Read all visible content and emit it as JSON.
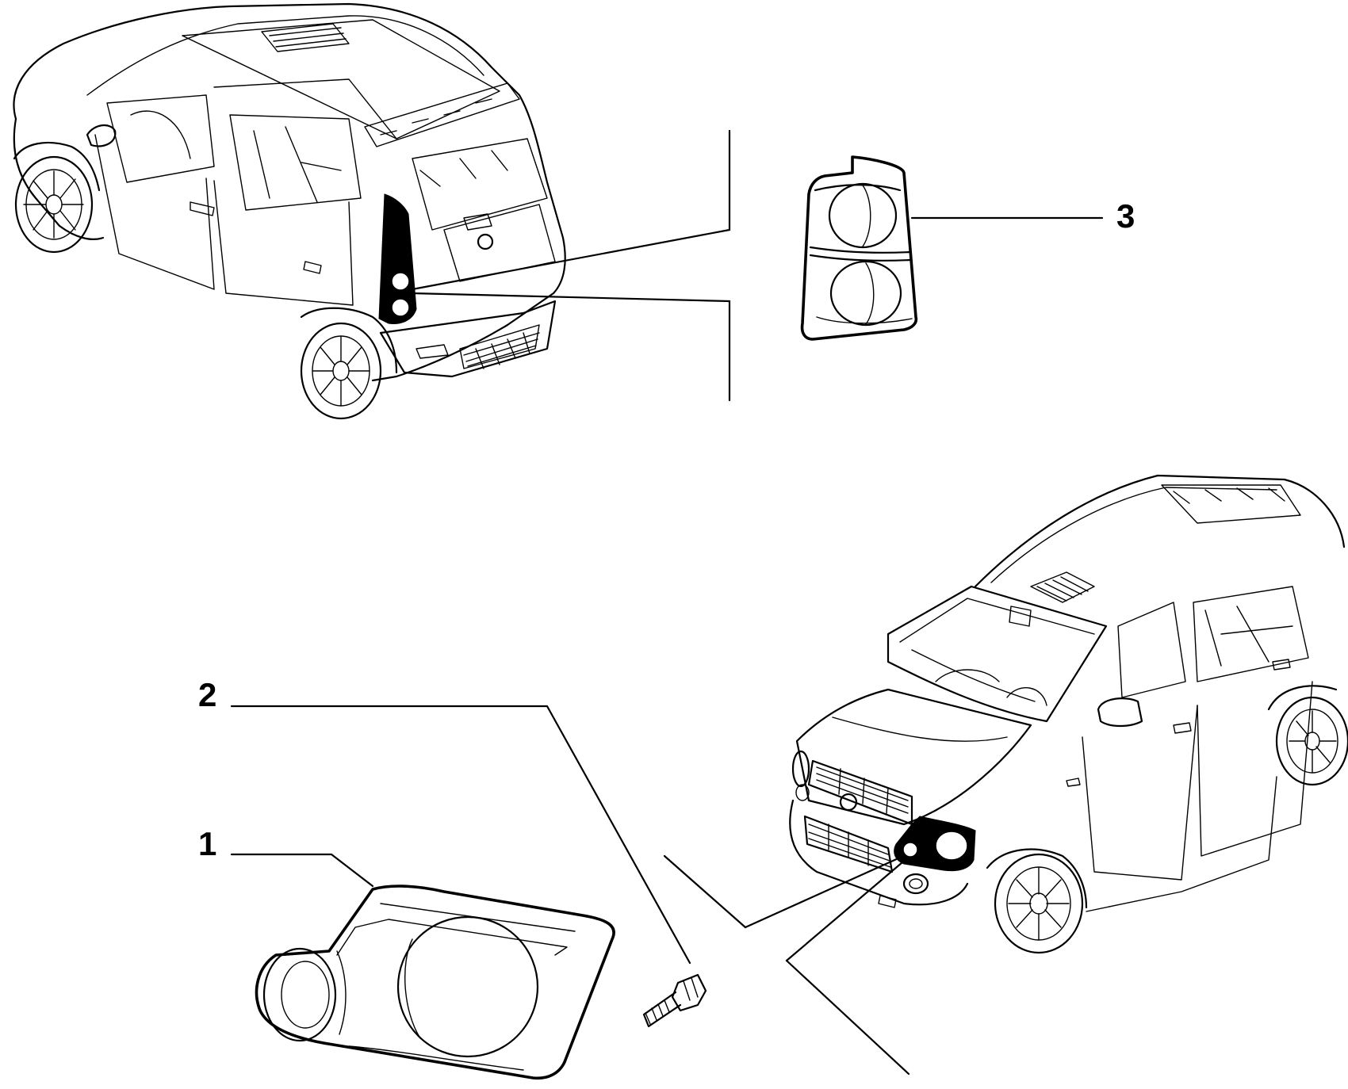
{
  "callouts": [
    {
      "id": "1",
      "label": "1"
    },
    {
      "id": "2",
      "label": "2"
    },
    {
      "id": "3",
      "label": "3"
    }
  ],
  "parts": [
    {
      "callout": "1",
      "icon": "headlight-bezel-icon"
    },
    {
      "callout": "2",
      "icon": "hex-bolt-icon"
    },
    {
      "callout": "3",
      "icon": "tail-lamp-icon"
    }
  ],
  "vehicles": [
    {
      "view": "rear-three-quarter",
      "icon": "car-rear-view-icon"
    },
    {
      "view": "front-three-quarter",
      "icon": "car-front-view-icon"
    }
  ]
}
